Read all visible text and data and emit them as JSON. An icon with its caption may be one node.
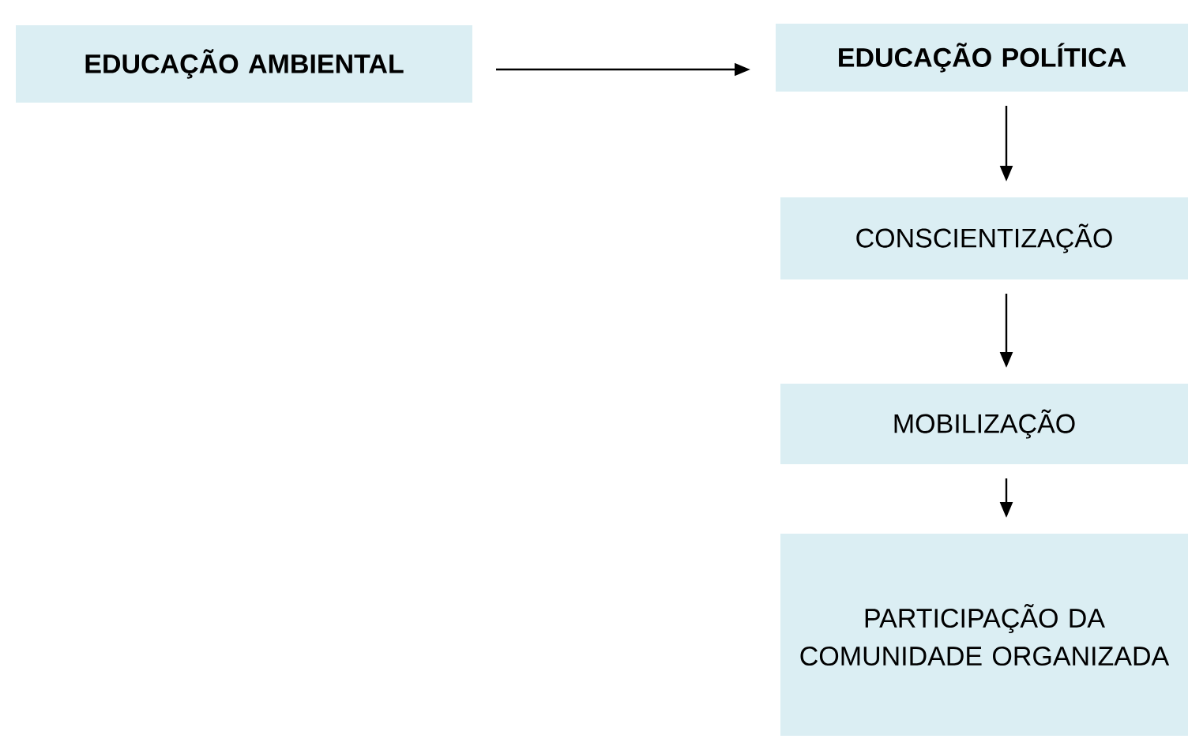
{
  "diagram": {
    "nodes": [
      {
        "text": [
          "EDUCAÇÃO AMBIENTAL"
        ]
      },
      {
        "text": [
          "EDUCAÇÃO POLÍTICA"
        ]
      },
      {
        "text": [
          "CONSCIENTIZAÇÃO"
        ]
      },
      {
        "text": [
          "MOBILIZAÇÃO"
        ]
      },
      {
        "text": [
          "PARTICIPAÇÃO DA COMUNIDADE ORGANIZADA"
        ]
      }
    ],
    "edges": [
      {
        "from": 0,
        "to": 1,
        "arrow": "to"
      },
      {
        "from": 1,
        "to": 2,
        "arrow": "to"
      },
      {
        "from": 2,
        "to": 3,
        "arrow": "to"
      },
      {
        "from": 3,
        "to": 4,
        "arrow": "to"
      }
    ]
  }
}
